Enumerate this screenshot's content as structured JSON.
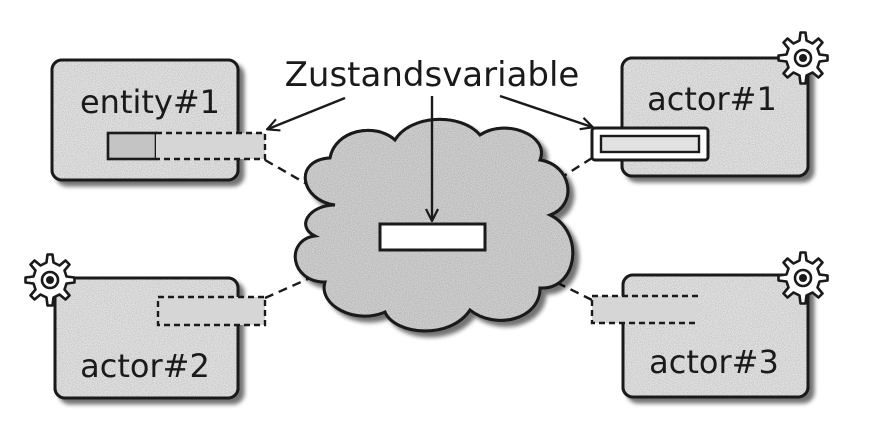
{
  "heading": "Zustandsvariable",
  "nodes": {
    "entity1": "entity#1",
    "actor1": "actor#1",
    "actor2": "actor#2",
    "actor3": "actor#3"
  },
  "colors": {
    "box_fill": "#e6e6e6",
    "cloud_fill": "#d4d4d4",
    "slot_fill": "#c4c4c4",
    "stroke": "#1a1a1a"
  },
  "icons": {
    "actor1": "gear-icon",
    "actor2": "gear-icon",
    "actor3": "gear-icon"
  }
}
